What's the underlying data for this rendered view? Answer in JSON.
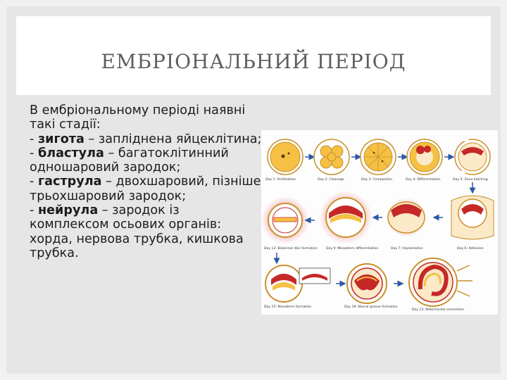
{
  "slide": {
    "title": "ЕМБРІОНАЛЬНИЙ ПЕРІОД",
    "body": {
      "intro": "В ембріональному періоді наявні такі стадії:",
      "stages": [
        {
          "prefix": "- ",
          "term": "зигота",
          "desc": " – запліднена яйцеклітина;"
        },
        {
          "prefix": "- ",
          "term": "бластула",
          "desc": " – багатоклітинний одношаровий зародок;"
        },
        {
          "prefix": "- ",
          "term": "гаструла",
          "desc": " – двохшаровий, пізніше трьохшаровий зародок;"
        },
        {
          "prefix": "- ",
          "term": "нейрула",
          "desc": " – зародок із комплексом осьових органів: хорда, нервова трубка, кишкова трубка."
        }
      ]
    }
  },
  "figure": {
    "row1": [
      "Day 1: Fertilization",
      "Day 2: Cleavage",
      "Day 3: Compaction",
      "Day 4: Differentiation",
      "Day 5: Zona hatching"
    ],
    "row2": [
      "Day 12: Bilaminar disc formation",
      "Day 9: Mesoderm differentiation",
      "Day 7: Implantation",
      "Day 6: Adhesion"
    ],
    "row3": [
      "Day 15: Mesoderm formation",
      "Day 18: Neural groove formation",
      "Day 23: Notochordal connection"
    ],
    "colors": {
      "yolk": "#f5c043",
      "cell_edge": "#c8902a",
      "red": "#c62828",
      "cream": "#fbe9c8",
      "halo": "#f4b0b0"
    }
  }
}
